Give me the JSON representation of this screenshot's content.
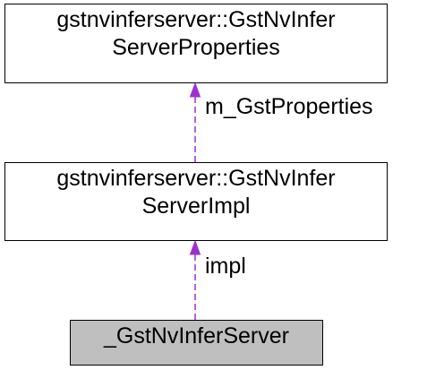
{
  "nodes": {
    "properties": {
      "line1": "gstnvinferserver::GstNvInfer",
      "line2": "ServerProperties"
    },
    "impl": {
      "line1": "gstnvinferserver::GstNvInfer",
      "line2": "ServerImpl"
    },
    "server": {
      "label": "_GstNvInferServer"
    }
  },
  "edges": {
    "impl_to_properties": {
      "label": "m_GstProperties"
    },
    "server_to_impl": {
      "label": "impl"
    }
  },
  "colors": {
    "edge": "#9a32cd",
    "highlight_fill": "#bfbfbf",
    "node_border": "#000000"
  }
}
